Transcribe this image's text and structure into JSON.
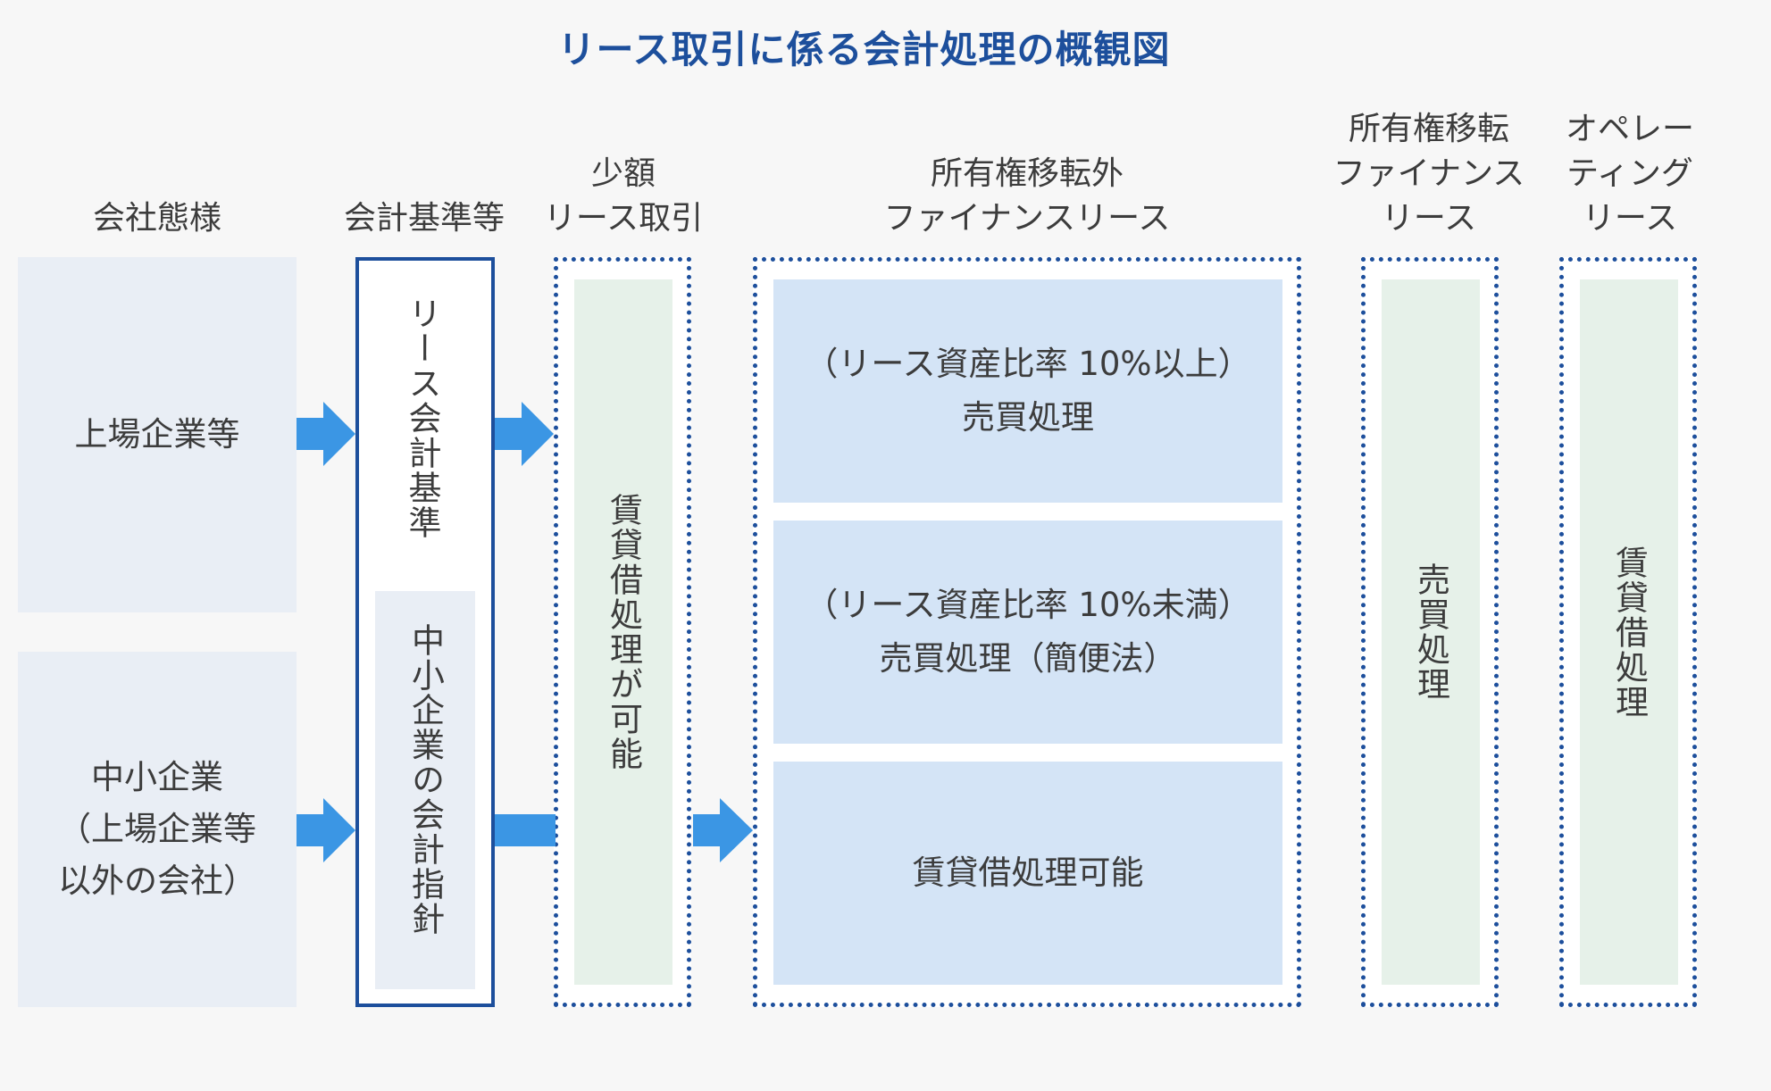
{
  "title": "リース取引に係る会計処理の概観図",
  "headers": {
    "company_type": "会社態様",
    "standards": "会計基準等",
    "small_lease": [
      "少額",
      "リース取引"
    ],
    "non_transfer": [
      "所有権移転外",
      "ファイナンスリース"
    ],
    "transfer": [
      "所有権移転",
      "ファイナンス",
      "リース"
    ],
    "operating": [
      "オペレー",
      "ティング",
      "リース"
    ]
  },
  "companies": {
    "listed": "上場企業等",
    "sme": [
      "中小企業",
      "（上場企業等",
      "以外の会社）"
    ]
  },
  "standards": {
    "lease_standard": "リース会計基準",
    "sme_guideline": "中小企業の会計指針"
  },
  "small_lease_treatment": "賃貸借処理が可能",
  "non_transfer_cases": [
    {
      "condition": "（リース資産比率 10%以上）",
      "treatment": "売買処理"
    },
    {
      "condition": "（リース資産比率 10%未満）",
      "treatment": "売買処理（簡便法）"
    },
    {
      "condition": "",
      "treatment": "賃貸借処理可能"
    }
  ],
  "transfer_treatment": "売買処理",
  "operating_treatment": "賃貸借処理",
  "colors": {
    "accent": "#1d4f9c",
    "arrow": "#3b96e4",
    "company_bg": "#e9eef5",
    "green_bg": "#e6f1e9",
    "blue_bg": "#d4e4f6"
  }
}
